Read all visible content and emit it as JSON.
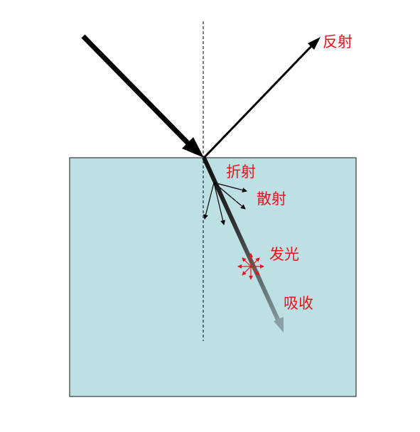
{
  "labels": {
    "reflection": "反射",
    "refraction": "折射",
    "scattering": "散射",
    "luminescence": "发光",
    "absorption": "吸收"
  },
  "colors": {
    "label": "#e8141b",
    "medium_fill": "#bde0e4",
    "medium_stroke": "#3a3a3a",
    "incident": "#000000",
    "absorption_end": "#8aa0a4",
    "emission": "#e8141b"
  },
  "icons": {
    "incident": "thick-arrow",
    "reflection": "arrow",
    "scattering": "small-arrows",
    "luminescence": "radiating-arrows",
    "absorption": "gradient-arrow"
  }
}
